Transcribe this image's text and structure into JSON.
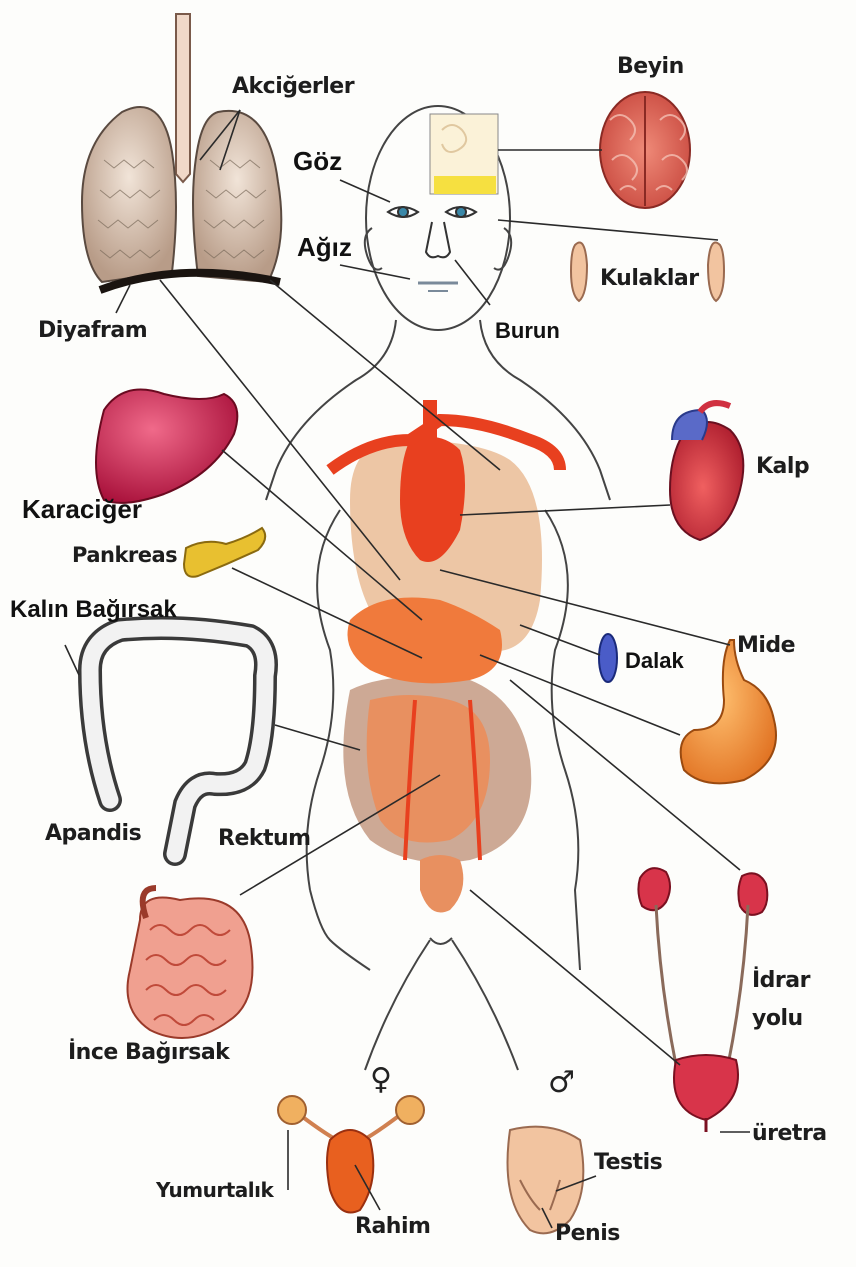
{
  "labels": {
    "akcigerler": "Akciğerler",
    "beyin": "Beyin",
    "goz": "Göz",
    "agiz": "Ağız",
    "kulaklar": "Kulaklar",
    "burun": "Burun",
    "diyafram": "Diyafram",
    "kalp": "Kalp",
    "karaciger": "Karaciğer",
    "pankreas": "Pankreas",
    "kalin_bagirsak": "Kalın Bağırsak",
    "dalak": "Dalak",
    "mide": "Mide",
    "apandis": "Apandis",
    "rektum": "Rektum",
    "idrar": "İdrar",
    "yolu": "yolu",
    "ince_bagirsak": "İnce Bağırsak",
    "uretra": "üretra",
    "testis": "Testis",
    "yumurtalik": "Yumurtalık",
    "rahim": "Rahim",
    "penis": "Penis"
  },
  "symbols": {
    "female": "♀",
    "male": "♂"
  },
  "colors": {
    "organ_red": "#e8401f",
    "organ_orange": "#f07a3c",
    "liver": "#c81e4a",
    "lung": "#d8c4b4",
    "brain": "#d9655a",
    "pancreas": "#e8c030",
    "spleen": "#4a5cc8",
    "line": "#2a2a2a"
  }
}
